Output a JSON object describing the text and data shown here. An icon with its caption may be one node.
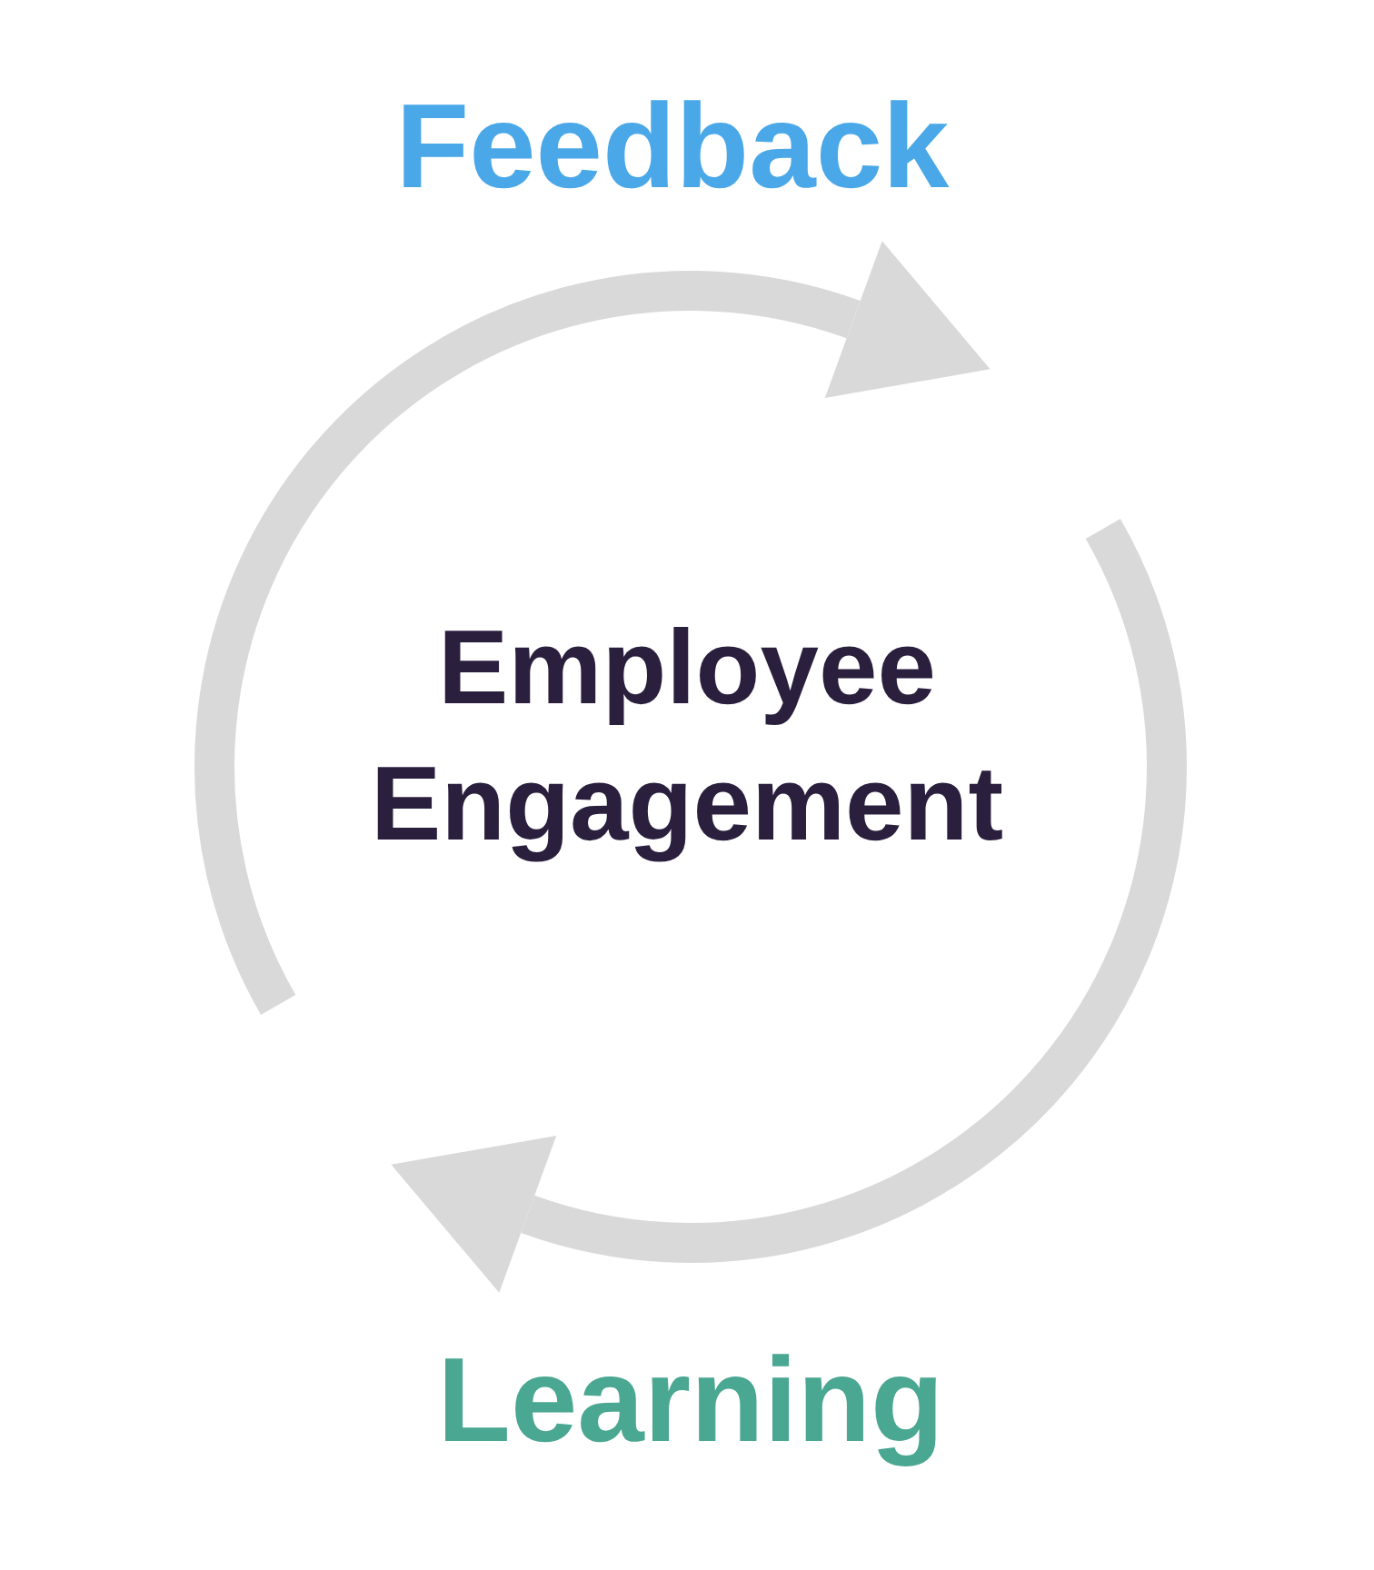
{
  "diagram": {
    "labels": [
      "Feedback",
      "Employee Engagement",
      "Learning"
    ]
  }
}
